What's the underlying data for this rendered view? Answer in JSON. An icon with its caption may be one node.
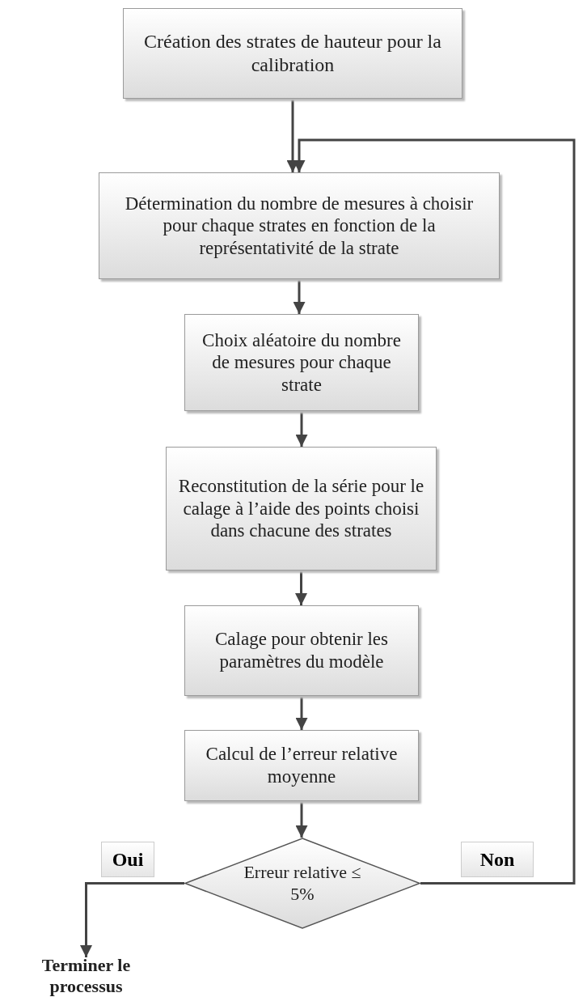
{
  "diagram": {
    "nodes": [
      {
        "text": [
          "Création des strates de hauteur pour la calibration"
        ]
      },
      {
        "text": [
          "Détermination du nombre de mesures à choisir pour chaque strates en fonction de la représentativité de la strate"
        ]
      },
      {
        "text": [
          "Choix aléatoire du nombre de mesures pour chaque strate"
        ]
      },
      {
        "text": [
          "Reconstitution de la série pour le calage à l’aide des points choisi dans chacune des strates"
        ]
      },
      {
        "text": [
          "Calage pour obtenir les paramètres du modèle"
        ]
      },
      {
        "text": [
          "Calcul de l’erreur relative moyenne"
        ]
      },
      {
        "text": [
          "Erreur relative ≤ 5%"
        ]
      },
      {
        "text": [
          "Terminer le processus"
        ]
      }
    ],
    "edges": [
      {
        "from": 0,
        "to": 1,
        "arrow": "to"
      },
      {
        "from": 1,
        "to": 2,
        "arrow": "to"
      },
      {
        "from": 2,
        "to": 3,
        "arrow": "to"
      },
      {
        "from": 3,
        "to": 4,
        "arrow": "to"
      },
      {
        "from": 4,
        "to": 5,
        "arrow": "to"
      },
      {
        "from": 5,
        "to": 6,
        "arrow": "to"
      },
      {
        "from": 6,
        "to": 7,
        "arrow": "to",
        "label": "Oui"
      },
      {
        "from": 6,
        "to": 1,
        "arrow": "to",
        "label": "Non"
      }
    ]
  }
}
